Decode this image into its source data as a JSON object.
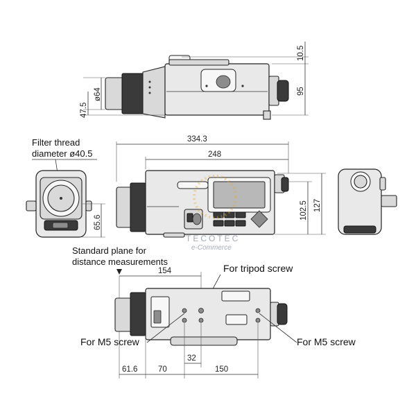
{
  "dimensions": {
    "top_height_small": "10.5",
    "top_height_large": "95",
    "top_lens_dia": "ø64",
    "top_lens_offset": "47.5",
    "front_overall_length": "334.3",
    "front_body_length": "248",
    "front_height_inner": "102.5",
    "front_height_outer": "127",
    "left_height": "65.6",
    "bottom_standard_dist": "154",
    "bottom_dist_a": "61.6",
    "bottom_dist_b": "70",
    "bottom_dist_c": "32",
    "bottom_dist_d": "150"
  },
  "labels": {
    "filter_thread_line1": "Filter thread",
    "filter_thread_line2": "diameter ø40.5",
    "standard_plane_line1": "Standard plane for",
    "standard_plane_line2": "distance measurements",
    "tripod_screw": "For tripod screw",
    "m5_screw_left": "For M5 screw",
    "m5_screw_right": "For M5 screw"
  },
  "watermark": {
    "brand": "TECOTEC",
    "tagline": "e-Commerce"
  },
  "colors": {
    "line": "#333333",
    "body_fill": "#e9e9e9",
    "dark_fill": "#3a3a3a",
    "watermark": "#9aa3ae",
    "watermark_accent": "#e8a33a"
  }
}
